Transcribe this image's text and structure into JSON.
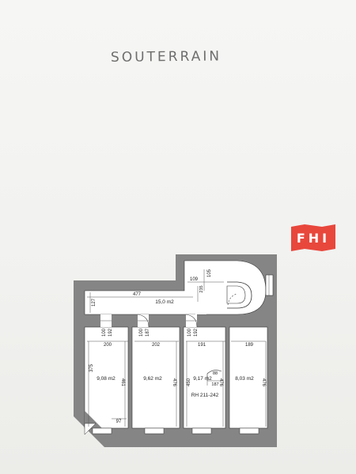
{
  "title": "SOUTERRAIN",
  "logo": {
    "text": "FHI",
    "color": "#e8473c"
  },
  "colors": {
    "wall": "#858585",
    "floor": "#ffffff",
    "line": "#333333",
    "dim_line": "#555555"
  },
  "rooms": {
    "corridor": {
      "area": "15,0 m2"
    },
    "cellar_1": {
      "area": "9,08 m2"
    },
    "cellar_2": {
      "area": "9,62 m2"
    },
    "cellar_3": {
      "area": "9,17 m2"
    },
    "cellar_4": {
      "area": "8,03 m2"
    }
  },
  "dimensions": {
    "corridor_length": "477",
    "corridor_height": "127",
    "stair_width": "109",
    "stair_depth": "105",
    "landing": "235",
    "door_1_width": "100",
    "door_1_height": "192",
    "door_2_width": "100",
    "door_2_height": "187",
    "door_3_width": "100",
    "door_3_height": "192",
    "room_1_width": "200",
    "room_2_width": "202",
    "room_3_width": "191",
    "room_4_width": "189",
    "room_1_depth_left": "375",
    "room_1_depth_right": "461",
    "room_2_depth": "476",
    "room_3_depth_left": "450",
    "room_3_depth_right": "476",
    "room_4_depth": "476",
    "room_1_bottom": "97",
    "window_width": "88",
    "window_height": "187"
  },
  "ceiling_height": "RH 211-242"
}
